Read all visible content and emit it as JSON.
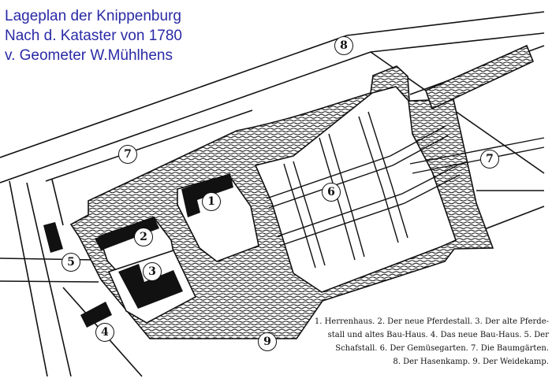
{
  "title": {
    "line1": "Lageplan der Knippenburg",
    "line2": "Nach d. Kataster von 1780",
    "line3": "v. Geometer W.Mühlhens"
  },
  "parcel_numbers": {
    "herrenhaus": "1",
    "neuer_pferdestall": "2",
    "alter_pferdestall": "3",
    "neues_bauhaus": "4",
    "schafstall": "5",
    "gemuesegarten": "6",
    "baumgaerten_nw": "7",
    "baumgaerten_ost": "7",
    "hasenkamp": "8",
    "weidekamp": "9"
  },
  "legend": {
    "line1": "1. Herrenhaus. 2. Der neue Pferdestall. 3. Der alte Pferde-",
    "line2": "stall und altes Bau-Haus. 4. Das neue Bau-Haus. 5. Der",
    "line3": "Schafstall. 6. Der Gemüsegarten. 7. Die Baumgärten.",
    "line4": "8. Der Hasenkamp. 9. Der Weidekamp."
  },
  "colors": {
    "ink": "#111111",
    "title": "#2a2aa6",
    "paper": "#ffffff"
  }
}
